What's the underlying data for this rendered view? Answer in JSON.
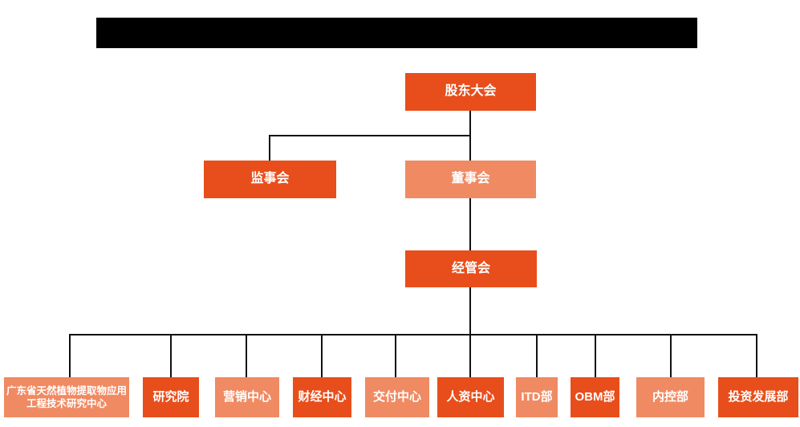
{
  "diagram": {
    "type": "org-chart",
    "colors": {
      "dark_orange": "#E84E1B",
      "light_orange": "#F08A63",
      "connector": "#111111",
      "redacted_bar": "#000000",
      "text": "#FFFFFF"
    },
    "nodes": {
      "shareholders": {
        "label": "股东大会",
        "variant": "dark"
      },
      "supervisory": {
        "label": "监事会",
        "variant": "dark"
      },
      "board": {
        "label": "董事会",
        "variant": "light"
      },
      "management": {
        "label": "经管会",
        "variant": "dark"
      },
      "departments": [
        {
          "label": "广东省天然植物提取物应用工程技术研究中心",
          "variant": "light"
        },
        {
          "label": "研究院",
          "variant": "dark"
        },
        {
          "label": "营销中心",
          "variant": "light"
        },
        {
          "label": "财经中心",
          "variant": "dark"
        },
        {
          "label": "交付中心",
          "variant": "light"
        },
        {
          "label": "人资中心",
          "variant": "dark"
        },
        {
          "label": "ITD部",
          "variant": "light"
        },
        {
          "label": "OBM部",
          "variant": "dark"
        },
        {
          "label": "内控部",
          "variant": "light"
        },
        {
          "label": "投资发展部",
          "variant": "dark"
        }
      ]
    }
  }
}
